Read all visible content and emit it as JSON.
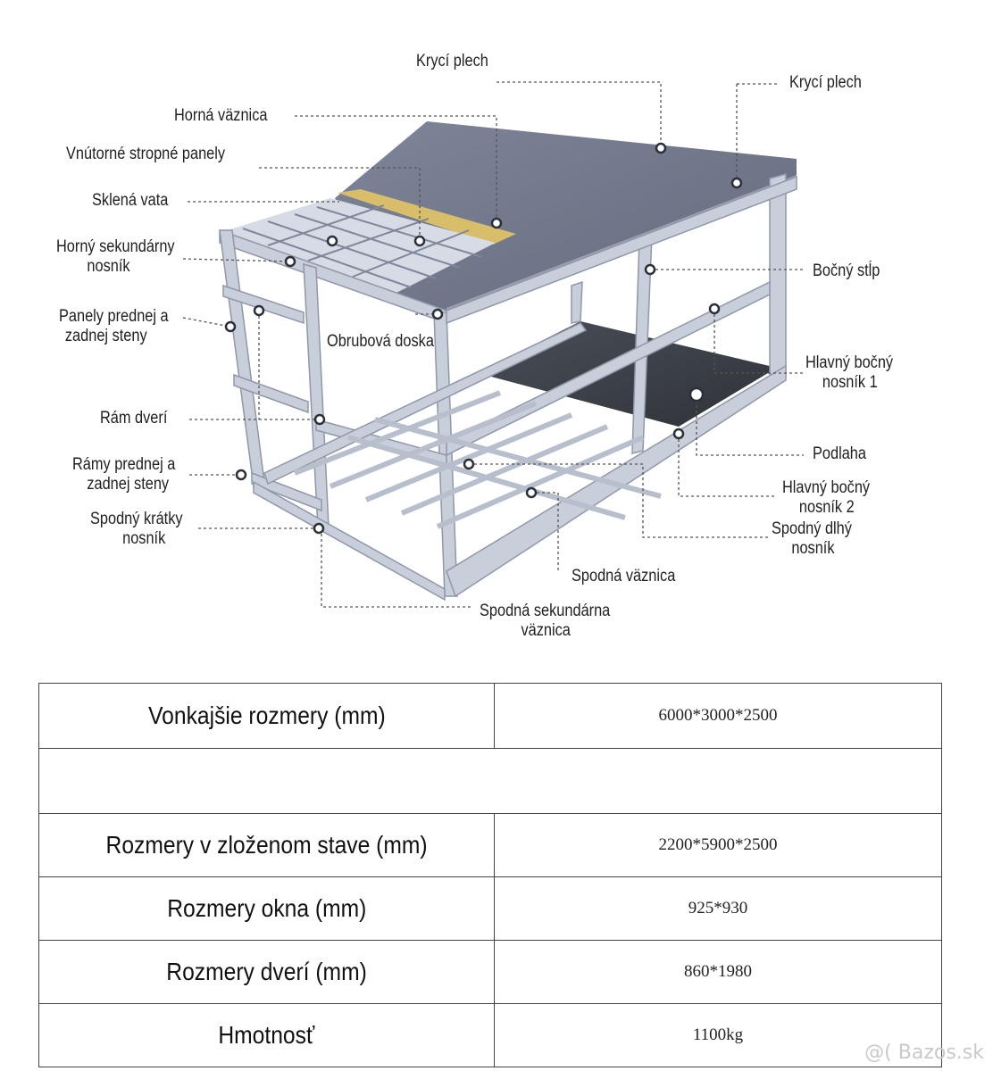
{
  "labels": {
    "kryci_plech_top": "Krycí plech",
    "kryci_plech_right": "Krycí plech",
    "horna_vaznica": "Horná väznica",
    "vnutorne_stropne_panely": "Vnútorné stropné panely",
    "sklena_vata": "Sklená vata",
    "horny_sekundarny_nosnik": [
      "Horný sekundárny",
      "nosník"
    ],
    "panely_prednej_zadnej_steny": [
      "Panely prednej a",
      "zadnej steny"
    ],
    "obrubova_doska": "Obrubová doska",
    "ram_dveri": "Rám dverí",
    "ramy_prednej_zadnej_steny": [
      "Rámy prednej a",
      "zadnej steny"
    ],
    "spodny_kratky_nosnik": [
      "Spodný krátky",
      "nosník"
    ],
    "bocny_stlp": "Bočný stĺp",
    "hlavny_bocny_nosnik_1": [
      "Hlavný bočný",
      "nosník 1"
    ],
    "podlaha": "Podlaha",
    "hlavny_bocny_nosnik_2": [
      "Hlavný bočný",
      "nosník 2"
    ],
    "spodny_dlhy_nosnik": [
      "Spodný dlhý",
      "nosník"
    ],
    "spodna_vaznica": "Spodná väznica",
    "spodna_sekundarna_vaznica": [
      "Spodná sekundárna",
      "väznica"
    ]
  },
  "specs": [
    {
      "label": "Vonkajšie rozmery (mm)",
      "value": "6000*3000*2500"
    },
    {
      "label": "",
      "value": ""
    },
    {
      "label": "Rozmery v zloženom stave (mm)",
      "value": "2200*5900*2500"
    },
    {
      "label": "Rozmery okna (mm)",
      "value": "925*930"
    },
    {
      "label": "Rozmery dverí (mm)",
      "value": "860*1980"
    },
    {
      "label": "Hmotnosť",
      "value": "1100kg"
    }
  ],
  "watermark": "@( Bazos.sk",
  "colors": {
    "frame": "#c6ccd8",
    "frame_edge": "#8e96a8",
    "roof": "#6d7486",
    "floor": "#3a3e46",
    "insulation": "#d8be6a",
    "leader": "#555555"
  }
}
